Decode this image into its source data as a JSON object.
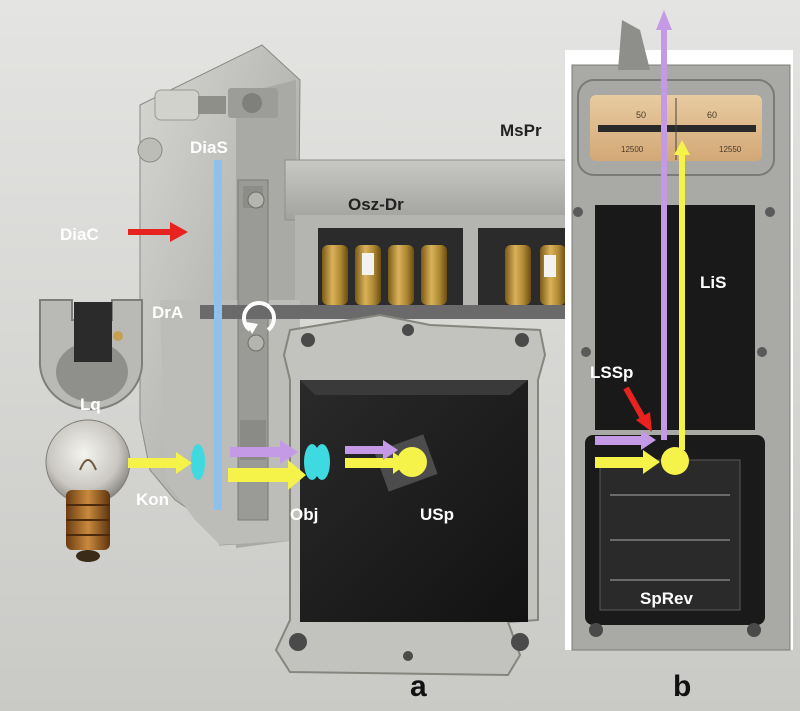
{
  "labels": {
    "dias": "DiaS",
    "diac": "DiaC",
    "mspr": "MsPr",
    "osz_dr": "Osz-Dr",
    "dra": "DrA",
    "lq": "Lq",
    "kon": "Kon",
    "obj": "Obj",
    "usp": "USp",
    "lis": "LiS",
    "lssp": "LSSp",
    "sprev": "SpRev",
    "panel_a": "a",
    "panel_b": "b"
  },
  "scale": {
    "major_50": "50",
    "major_60": "60",
    "minor_12500": "12500",
    "minor_12550": "12550"
  },
  "colors": {
    "light_path_yellow": "#f5f34a",
    "reflected_purple": "#c49ae6",
    "diaphragm_blue": "#8ec2ec",
    "lens_cyan": "#3fd9e0",
    "pointer_red": "#e8231f",
    "shaft_grey": "#6a6a6a"
  }
}
